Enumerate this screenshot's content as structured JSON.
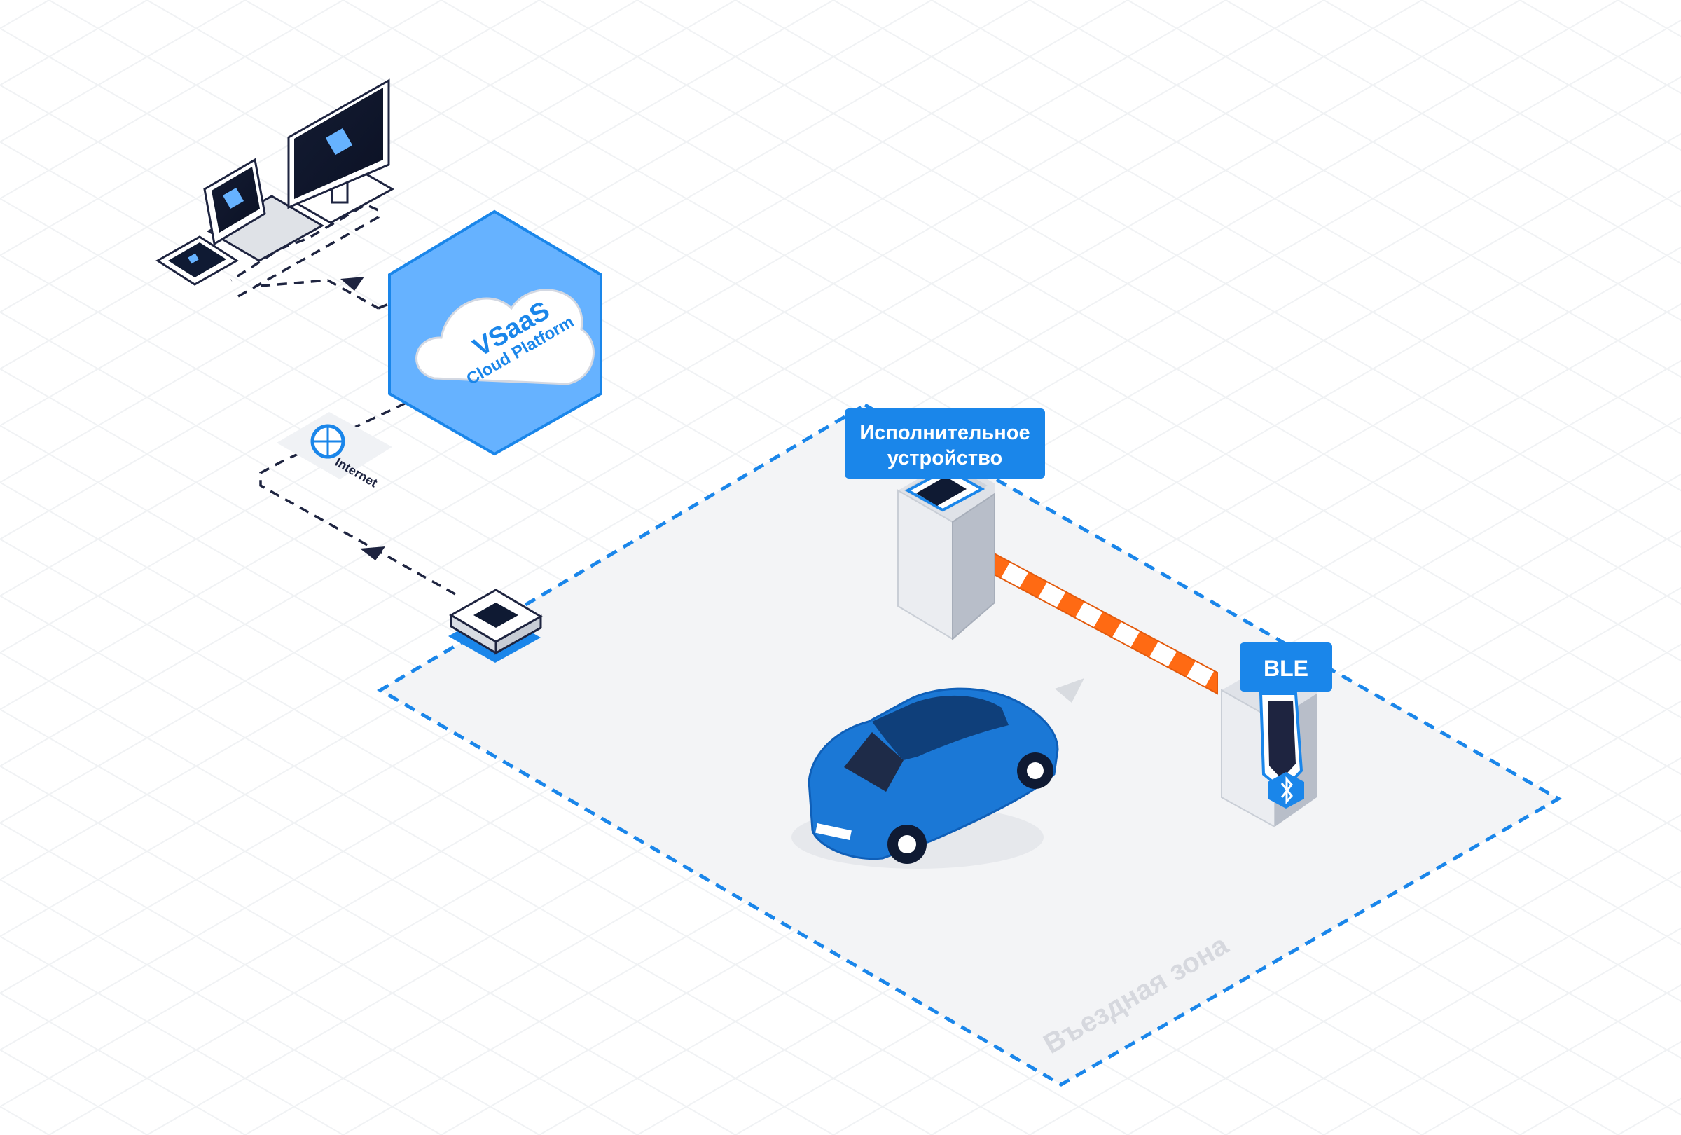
{
  "cloud": {
    "line1": "VSaaS",
    "line2": "Cloud Platform"
  },
  "internet": {
    "label": "Internet"
  },
  "actuator": {
    "line1": "Исполнительное",
    "line2": "устройство"
  },
  "ble": {
    "label": "BLE"
  },
  "zone": {
    "label": "Въездная зона"
  },
  "colors": {
    "accent": "#1a86ea",
    "accent_light": "#66b2ff",
    "barrier_stripe": "#ff6a13",
    "car": "#1b78d6",
    "dark": "#0f1a33"
  }
}
